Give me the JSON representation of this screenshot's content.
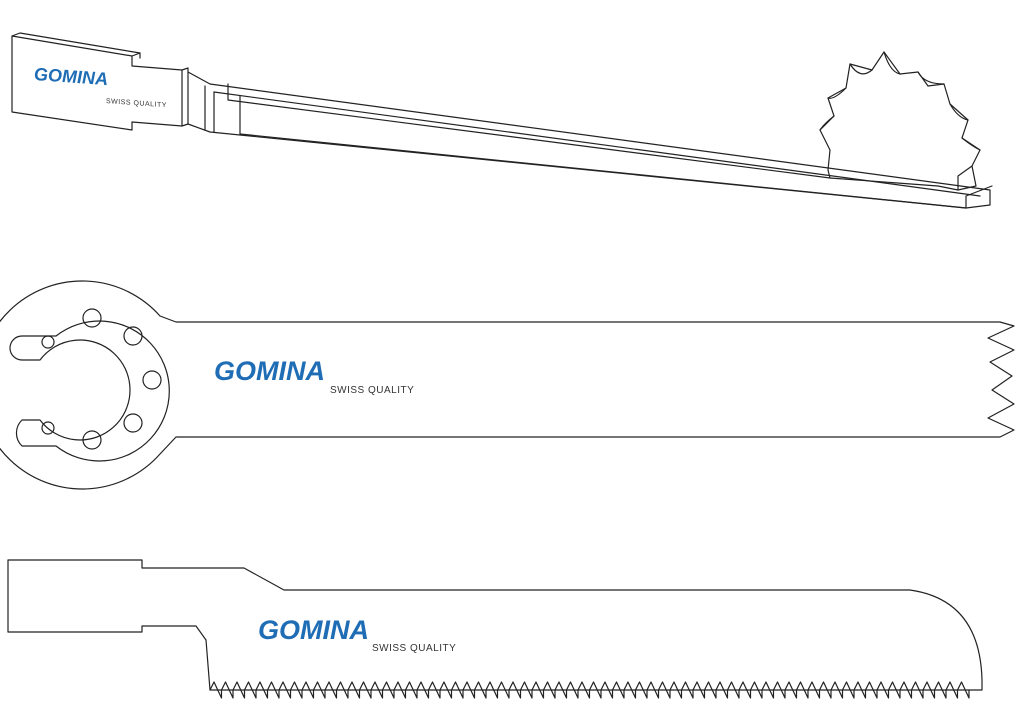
{
  "brand": {
    "logo_word": "GOMINA",
    "tagline": "SWISS QUALITY",
    "logo_color": "#1f6db5",
    "tagline_color": "#333333",
    "line_color": "#222222"
  },
  "blades": [
    {
      "id": "rotary-blade",
      "logo_word": "GOMINA",
      "tagline": "SWISS QUALITY"
    },
    {
      "id": "oscillating-blade",
      "logo_word": "GOMINA",
      "tagline": "SWISS QUALITY"
    },
    {
      "id": "reciprocating-blade",
      "logo_word": "GOMINA",
      "tagline": "SWISS QUALITY"
    }
  ]
}
